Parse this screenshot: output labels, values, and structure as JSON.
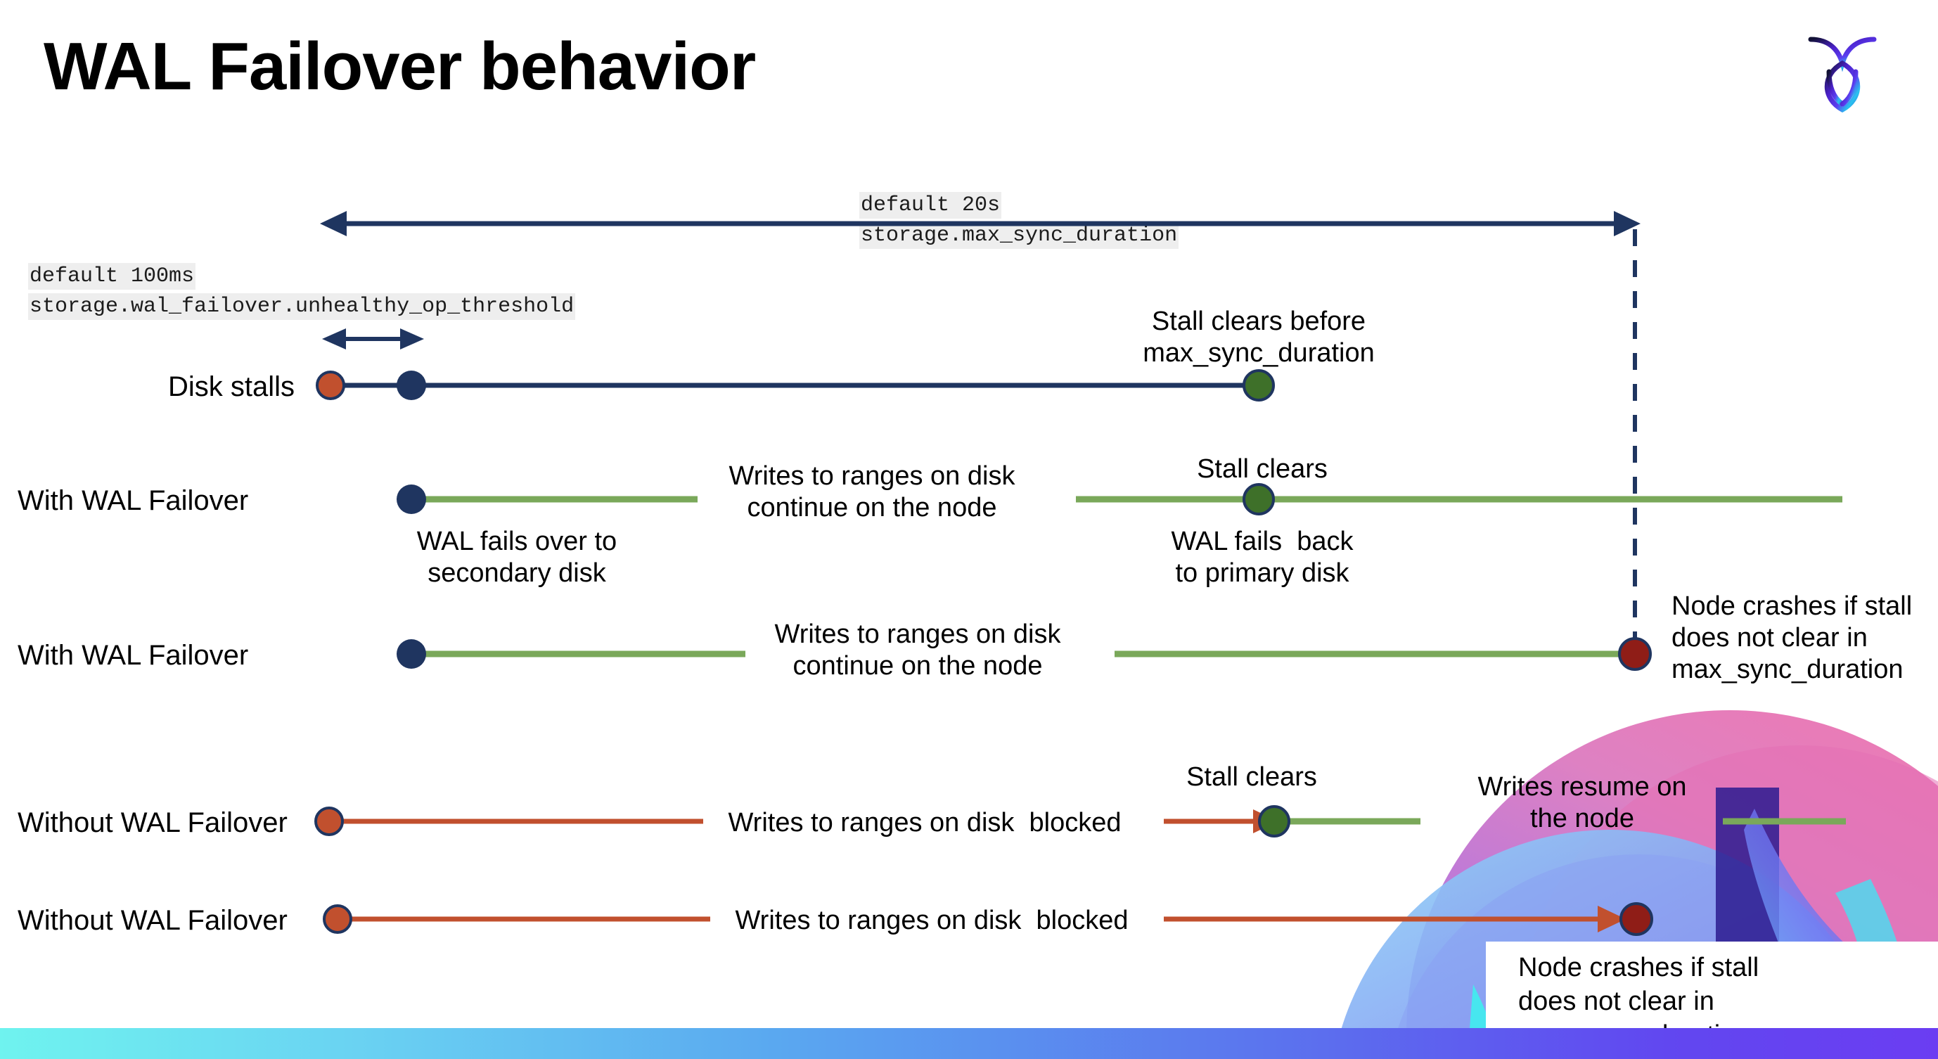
{
  "slide": {
    "title": "WAL Failover behavior",
    "logo_name": "cockroachdb-logo"
  },
  "annotations": {
    "max_sync": {
      "line1": "default 20s",
      "line2": "storage.max_sync_duration"
    },
    "unhealthy": {
      "line1": "default 100ms",
      "line2": "storage.wal_failover.unhealthy_op_threshold"
    }
  },
  "rows": [
    {
      "label": "Disk stalls",
      "notes": [
        {
          "text": "Stall clears before\nmax_sync_duration"
        }
      ]
    },
    {
      "label": "With WAL Failover",
      "notes": [
        {
          "text": "Writes to ranges on disk\ncontinue on the node"
        },
        {
          "text": "Stall clears"
        },
        {
          "text": "WAL fails over to\nsecondary disk"
        },
        {
          "text": "WAL fails  back\nto primary disk"
        }
      ]
    },
    {
      "label": "With WAL Failover",
      "notes": [
        {
          "text": "Writes to ranges on disk\ncontinue on the node"
        },
        {
          "text": "Node crashes if stall\ndoes not clear in\nmax_sync_duration"
        }
      ]
    },
    {
      "label": "Without WAL Failover",
      "notes": [
        {
          "text": "Writes to ranges on disk  blocked"
        },
        {
          "text": "Stall clears"
        },
        {
          "text": "Writes resume on\nthe node"
        }
      ]
    },
    {
      "label": "Without WAL Failover",
      "notes": [
        {
          "text": "Writes to ranges on disk  blocked"
        },
        {
          "text": "Node crashes if stall\ndoes not clear in\nmax_sync_duration"
        }
      ]
    }
  ],
  "colors": {
    "navy": "#1f3560",
    "green_line": "#7aa85a",
    "green_dot": "#3e7029",
    "orange": "#c1502e",
    "dark_red": "#8f1d17",
    "chip_bg": "#eeeeee",
    "bar_gradient_start": "#6ff3ef",
    "bar_gradient_end": "#6b3df2"
  }
}
